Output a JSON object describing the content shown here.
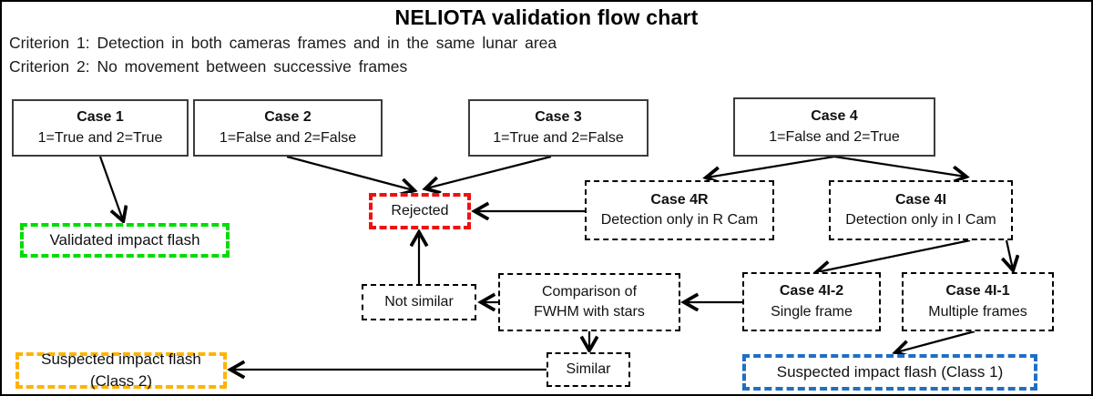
{
  "title": "NELIOTA validation flow chart",
  "criteria": {
    "line1": "Criterion 1: Detection in both cameras frames and in the same lunar area",
    "line2": "Criterion 2: No movement between successive frames"
  },
  "colors": {
    "validated_green": "#00dd00",
    "rejected_red": "#ee1111",
    "class2_orange": "#ffb300",
    "class1_blue": "#1f6fc4",
    "flow_black": "#000000"
  },
  "nodes": {
    "case1": {
      "title": "Case 1",
      "subtitle": "1=True and 2=True"
    },
    "case2": {
      "title": "Case 2",
      "subtitle": "1=False and 2=False"
    },
    "case3": {
      "title": "Case 3",
      "subtitle": "1=True and 2=False"
    },
    "case4": {
      "title": "Case 4",
      "subtitle": "1=False and 2=True"
    },
    "validated": {
      "label": "Validated impact flash"
    },
    "rejected": {
      "label": "Rejected"
    },
    "case4r": {
      "title": "Case 4R",
      "subtitle": "Detection only in R Cam"
    },
    "case4i": {
      "title": "Case 4I",
      "subtitle": "Detection only in I Cam"
    },
    "not_similar": {
      "label": "Not similar"
    },
    "comparison": {
      "line1": "Comparison of",
      "line2": "FWHM with stars"
    },
    "case4i2": {
      "title": "Case 4I-2",
      "subtitle": "Single frame"
    },
    "case4i1": {
      "title": "Case 4I-1",
      "subtitle": "Multiple frames"
    },
    "suspected2": {
      "label": "Suspected impact flash (Class 2)"
    },
    "similar": {
      "label": "Similar"
    },
    "suspected1": {
      "label": "Suspected impact flash (Class 1)"
    }
  }
}
